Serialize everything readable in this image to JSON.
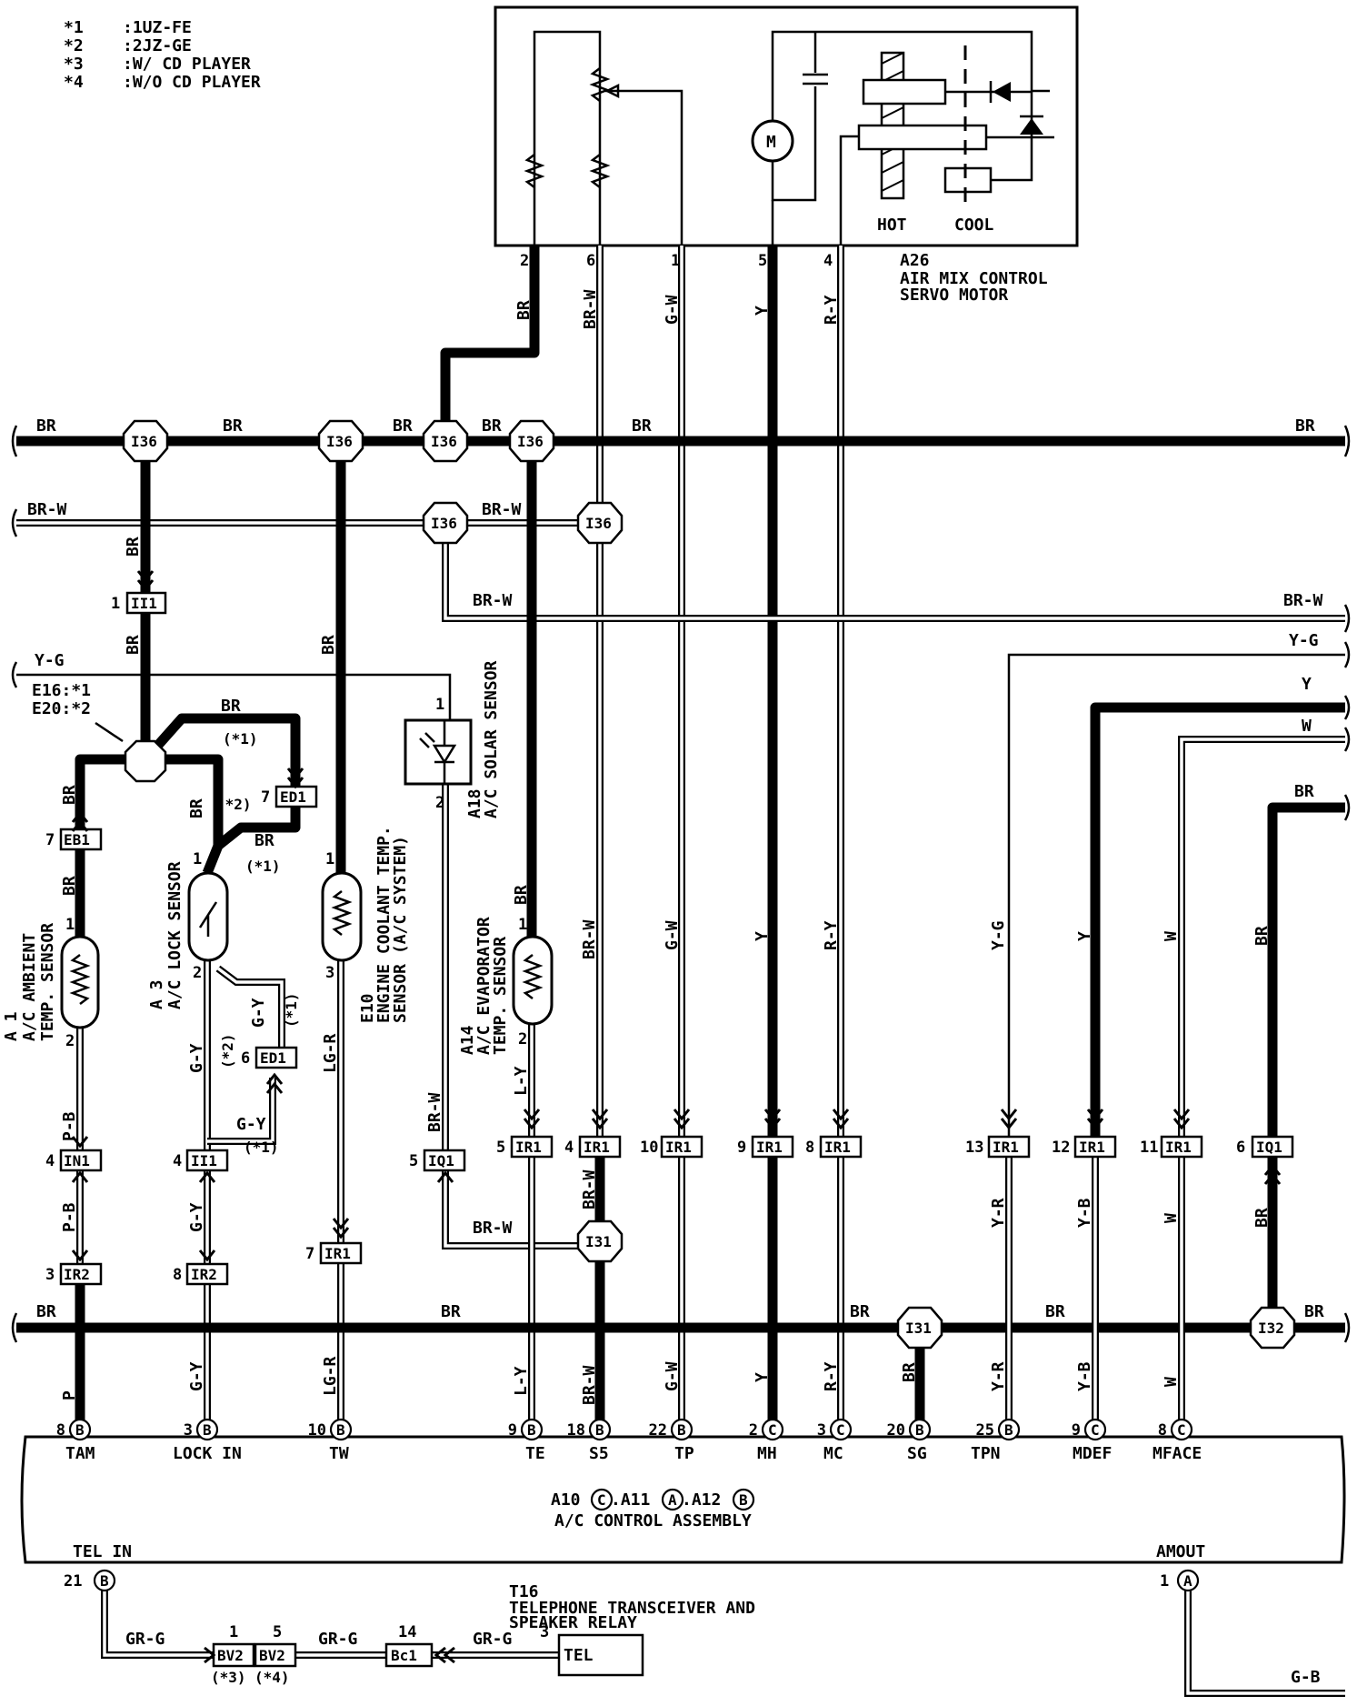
{
  "notes": [
    ":1UZ-FE",
    ":2JZ-GE",
    ":W/ CD PLAYER",
    ":W/O CD PLAYER"
  ],
  "note_marks": [
    "*1",
    "*2",
    "*3",
    "*4"
  ],
  "servo": {
    "id": "A26",
    "name1": "AIR MIX CONTROL",
    "name2": "SERVO MOTOR",
    "hot": "HOT",
    "cool": "COOL",
    "motor": "M",
    "pins": [
      "2",
      "6",
      "1",
      "5",
      "4"
    ]
  },
  "wire_colors": {
    "br": "BR",
    "brw": "BR-W",
    "gw": "G-W",
    "y": "Y",
    "ry": "R-Y",
    "yg": "Y-G",
    "w": "W",
    "pb": "P-B",
    "p": "P",
    "gy": "G-Y",
    "lgr": "LG-R",
    "ly": "L-Y",
    "yr": "Y-R",
    "yb": "Y-B",
    "grg": "GR-G",
    "gb": "G-B"
  },
  "junctions": {
    "i36": "I36",
    "i31": "I31",
    "i32": "I32",
    "e16": "E16:*1",
    "e20": "E20:*2"
  },
  "connectors": {
    "ii1": "II1",
    "eb1": "EB1",
    "ed1": "ED1",
    "in1": "IN1",
    "ir2": "IR2",
    "iq1": "IQ1",
    "ir1": "IR1",
    "bv2": "BV2",
    "bc1": "Bc1",
    "tel": "TEL"
  },
  "components": {
    "a1": {
      "id": "A 1",
      "name1": "A/C AMBIENT",
      "name2": "TEMP. SENSOR"
    },
    "a3": {
      "id": "A 3",
      "name1": "A/C LOCK SENSOR"
    },
    "e10": {
      "id": "E10",
      "name1": "ENGINE COOLANT TEMP.",
      "name2": "SENSOR (A/C SYSTEM)"
    },
    "a18": {
      "id": "A18",
      "name1": "A/C SOLAR SENSOR"
    },
    "a14": {
      "id": "A14",
      "name1": "A/C EVAPORATOR",
      "name2": "TEMP. SENSOR"
    }
  },
  "terminals": [
    {
      "pin": "8",
      "code": "B",
      "label": "TAM"
    },
    {
      "pin": "3",
      "code": "B",
      "label": "LOCK IN"
    },
    {
      "pin": "10",
      "code": "B",
      "label": "TW"
    },
    {
      "pin": "9",
      "code": "B",
      "label": "TE"
    },
    {
      "pin": "18",
      "code": "B",
      "label": "S5"
    },
    {
      "pin": "22",
      "code": "B",
      "label": "TP"
    },
    {
      "pin": "2",
      "code": "C",
      "label": "MH"
    },
    {
      "pin": "3",
      "code": "C",
      "label": "MC"
    },
    {
      "pin": "20",
      "code": "B",
      "label": "SG"
    },
    {
      "pin": "25",
      "code": "B",
      "label": "TPN"
    },
    {
      "pin": "9",
      "code": "C",
      "label": "MDEF"
    },
    {
      "pin": "8",
      "code": "C",
      "label": "MFACE"
    }
  ],
  "assembly": {
    "line1_a": "A10",
    "c_code": "C",
    "line1_b": ".A11",
    "a_code": "A",
    "line1_c": ".A12",
    "b_code": "B",
    "name": "A/C CONTROL ASSEMBLY",
    "tel_in": "TEL IN",
    "tel_in_pin": "21",
    "amout": "AMOUT",
    "amout_pin": "1"
  },
  "telephone": {
    "id": "T16",
    "name1": "TELEPHONE TRANSCEIVER AND",
    "name2": "SPEAKER RELAY"
  },
  "pins": {
    "p1": "1",
    "p2": "2",
    "p3": "3",
    "p4": "4",
    "p5": "5",
    "p6": "6",
    "p7": "7",
    "p8": "8",
    "p9": "9",
    "p10": "10",
    "p11": "11",
    "p12": "12",
    "p13": "13",
    "p14": "14"
  },
  "flags": {
    "f1": "(*1)",
    "f2": "(*2)",
    "f3": "(*3)",
    "f4": "(*4)"
  }
}
